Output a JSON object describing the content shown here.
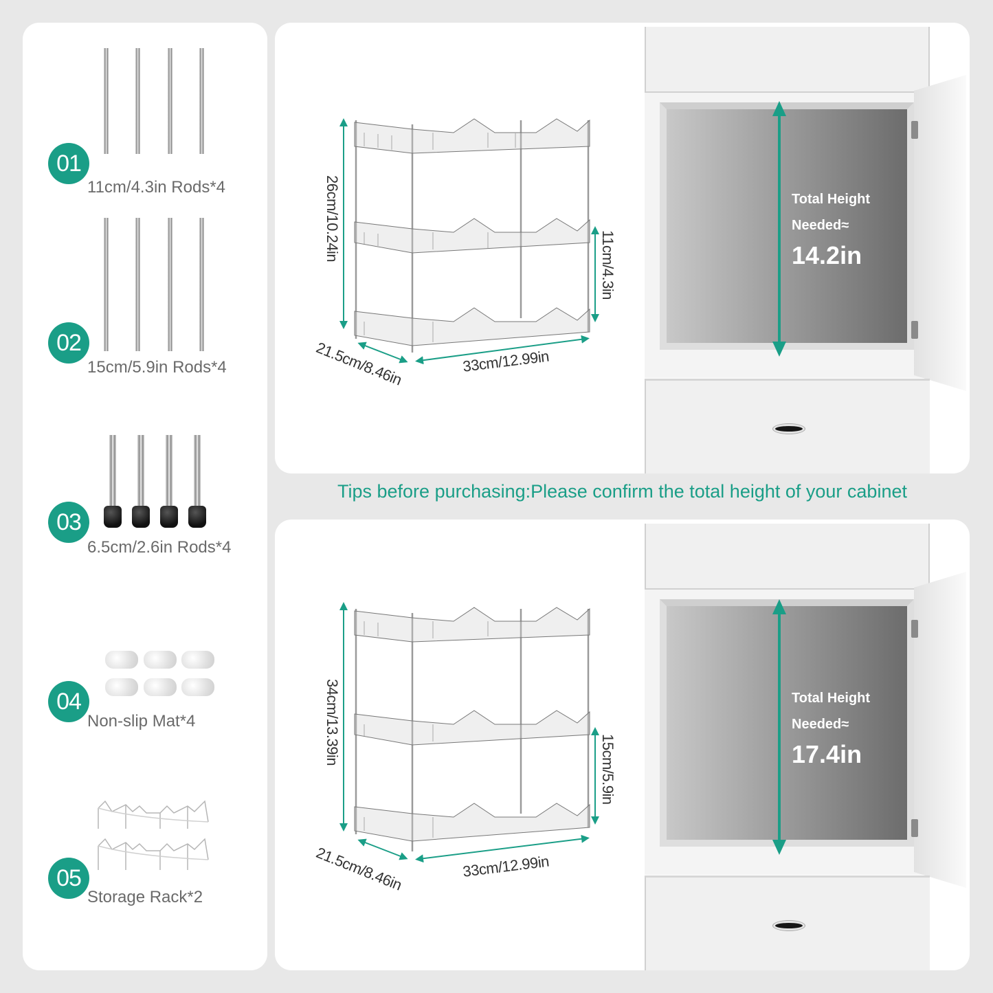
{
  "colors": {
    "accent": "#1a9e87",
    "background": "#e8e8e8",
    "panel": "#ffffff",
    "label_gray": "#6a6a6a"
  },
  "parts": [
    {
      "number": "01",
      "label": "11cm/4.3in Rods*4"
    },
    {
      "number": "02",
      "label": "15cm/5.9in Rods*4"
    },
    {
      "number": "03",
      "label": "6.5cm/2.6in Rods*4"
    },
    {
      "number": "04",
      "label": "Non-slip Mat*4"
    },
    {
      "number": "05",
      "label": "Storage Rack*2"
    }
  ],
  "tip": "Tips before purchasing:Please confirm the total height of your cabinet",
  "configs": [
    {
      "height_label": "26cm/10.24in",
      "tier_gap_label": "11cm/4.3in",
      "depth_label": "21.5cm/8.46in",
      "width_label": "33cm/12.99in",
      "needed_line1": "Total Height",
      "needed_line2": "Needed≈",
      "needed_value": "14.2in"
    },
    {
      "height_label": "34cm/13.39in",
      "tier_gap_label": "15cm/5.9in",
      "depth_label": "21.5cm/8.46in",
      "width_label": "33cm/12.99in",
      "needed_line1": "Total Height",
      "needed_line2": "Needed≈",
      "needed_value": "17.4in"
    }
  ]
}
